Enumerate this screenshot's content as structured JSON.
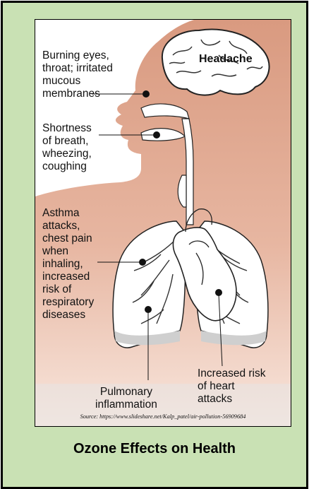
{
  "callouts": {
    "irritation": "Burning eyes,\nthroat; irritated\nmucous\nmembranes",
    "headache": "Headache",
    "breath": "Shortness\nof breath,\nwheezing,\ncoughing",
    "asthma": "Asthma\nattacks,\nchest pain\nwhen\ninhaling,\nincreased\nrisk of\nrespiratory\ndiseases",
    "pulmonary": "Pulmonary\ninflammation",
    "heart": "Increased risk\nof heart\nattacks"
  },
  "source": "Source: https://www.slideshare.net/Kalp_patel/air-pollution-56909684",
  "caption": "Ozone Effects on Health",
  "colors": {
    "background": "#c9e1b4",
    "skin": "#dfa68f",
    "skin_light": "#f3dacf",
    "organ": "#ffffff",
    "bottom_shade": "#d9d9d9"
  }
}
